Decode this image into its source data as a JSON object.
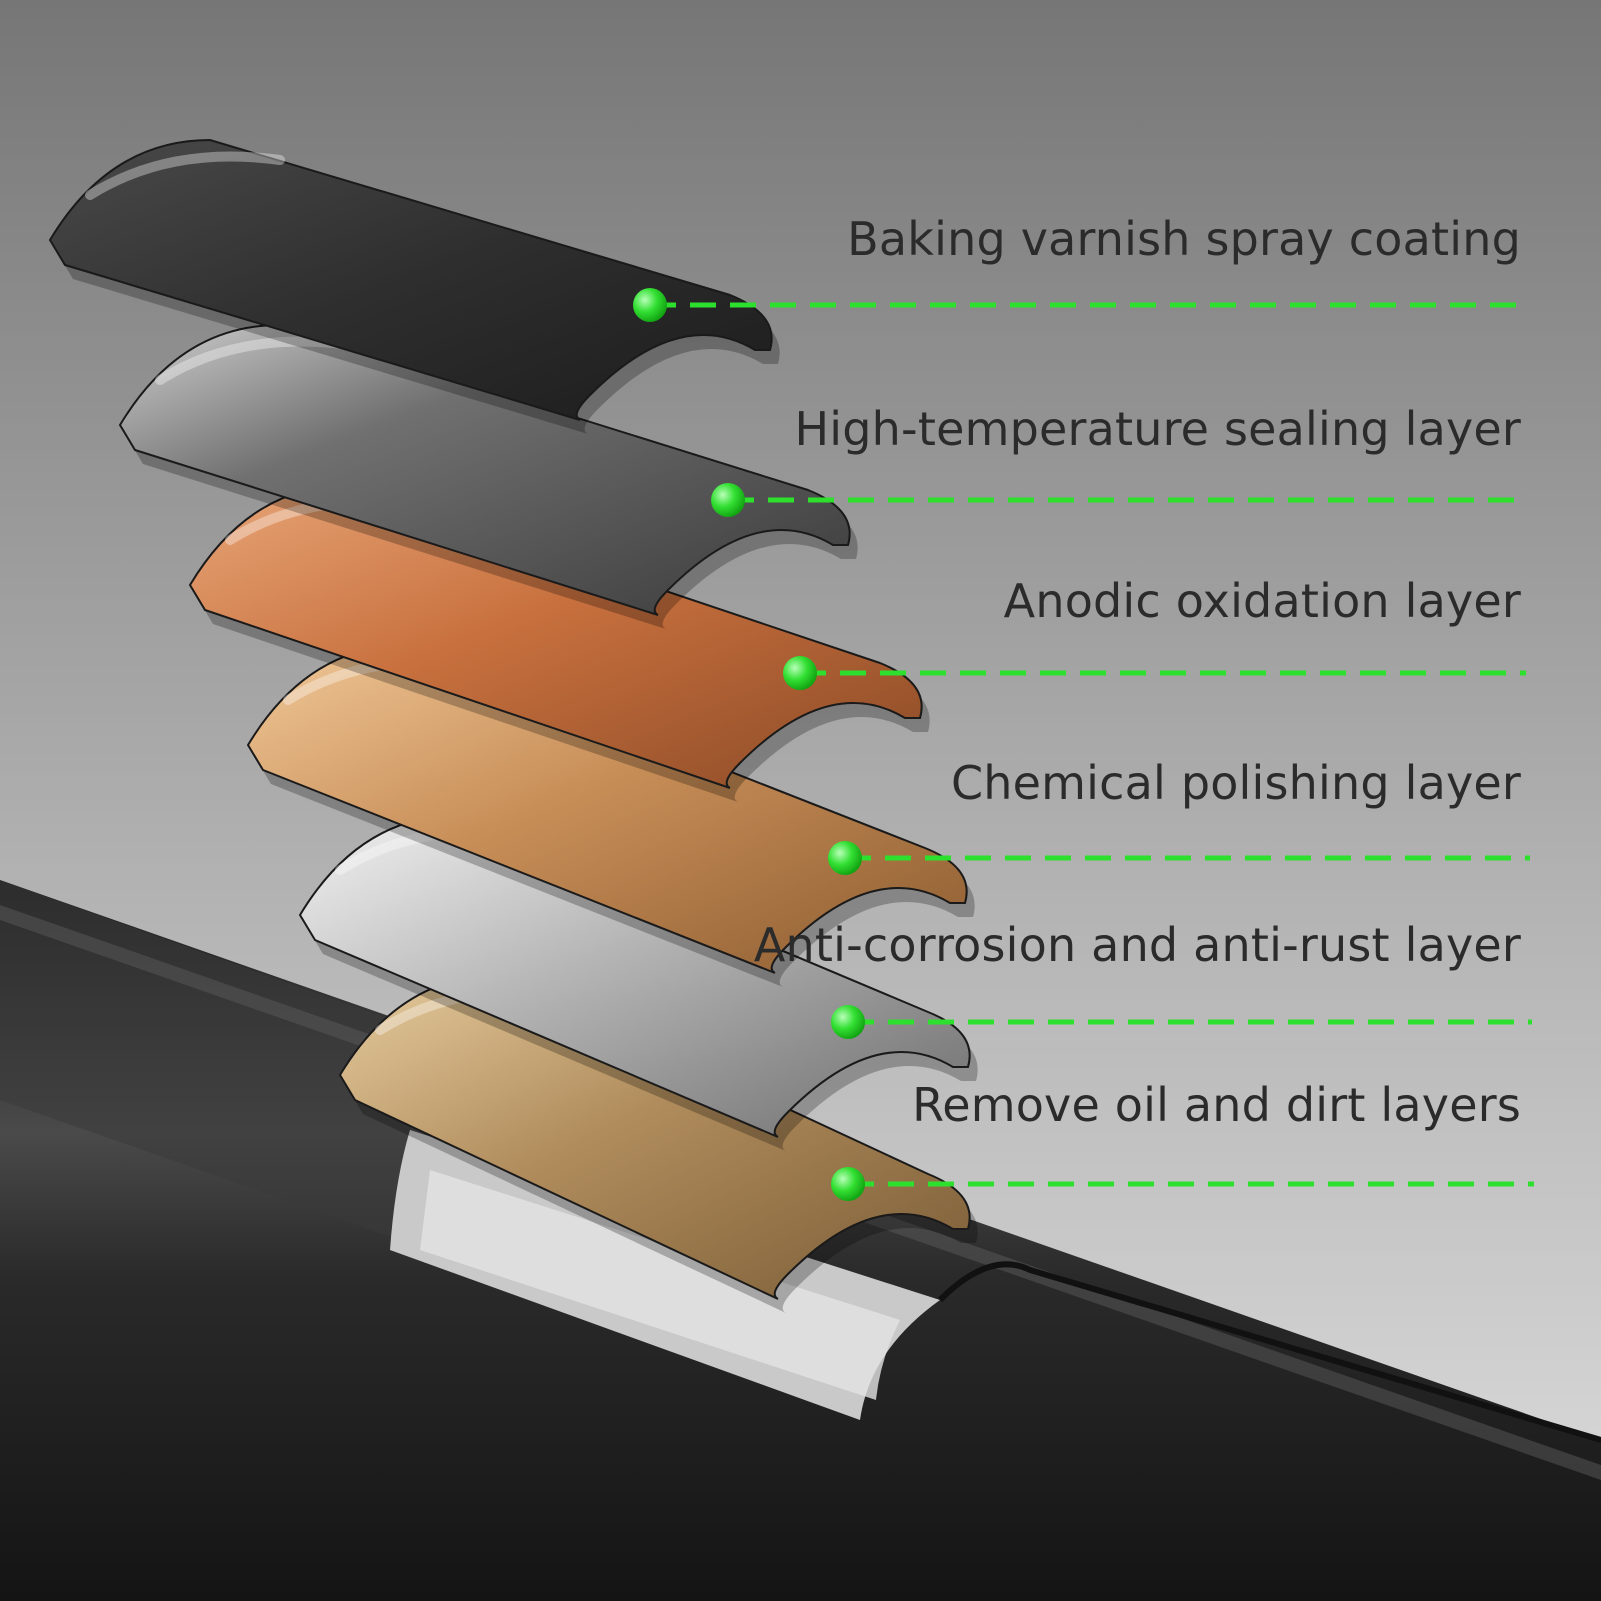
{
  "layers": [
    {
      "label": "Baking varnish spray coating",
      "color": "#3a3a3a"
    },
    {
      "label": "High-temperature sealing layer",
      "color": "#6e6e6e"
    },
    {
      "label": "Anodic oxidation layer",
      "color": "#c8754a"
    },
    {
      "label": "Chemical polishing layer",
      "color": "#c89466"
    },
    {
      "label": "Anti-corrosion and anti-rust layer",
      "color": "#b0b0b0"
    },
    {
      "label": "Remove oil and dirt layers",
      "color": "#a9865a"
    }
  ],
  "colors": {
    "leader": "#2ee02e",
    "tube": "#2a2a2a",
    "background_top": "#767676",
    "background_bottom": "#dedede"
  }
}
